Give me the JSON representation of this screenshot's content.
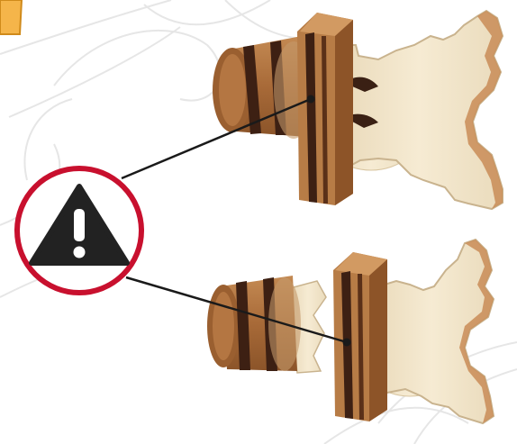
{
  "figure": {
    "background_watermark": "circular-swirl-lines",
    "corner_badge": {
      "icon": "warning-triangle-icon",
      "color": "#f5b54a"
    },
    "warning_callout": {
      "icon": "exclamation-triangle-icon",
      "ring_color": "#c8102e",
      "symbol_color": "#222222"
    },
    "assemblies": [
      {
        "name": "top-assembly",
        "description_icon": "wooden-knob-assembly"
      },
      {
        "name": "bottom-assembly",
        "description_icon": "wooden-knob-assembly"
      }
    ],
    "colors": {
      "wood_light": "#f1e3c7",
      "wood_mid": "#b57a45",
      "wood_dark": "#4a2716",
      "leader_line": "#1a1a1a"
    }
  }
}
